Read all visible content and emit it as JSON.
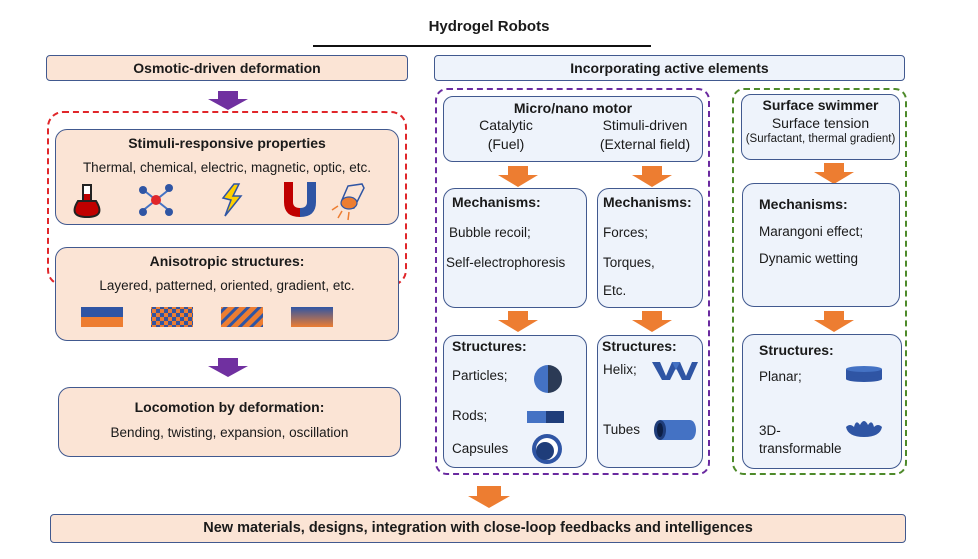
{
  "title": "Hydrogel Robots",
  "left": {
    "header": "Osmotic-driven deformation",
    "stimuli": {
      "title": "Stimuli-responsive properties",
      "text": "Thermal, chemical, electric, magnetic, optic, etc.",
      "icons": [
        "thermometer-flask",
        "molecule",
        "lightning",
        "magnet",
        "lamp"
      ]
    },
    "anisotropic": {
      "title": "Anisotropic structures:",
      "text": "Layered, patterned, oriented, gradient, etc.",
      "icons": [
        "layered",
        "patterned",
        "oriented",
        "gradient"
      ]
    },
    "locomotion": {
      "title": "Locomotion by deformation:",
      "text": "Bending, twisting, expansion, oscillation"
    }
  },
  "right": {
    "header": "Incorporating active elements",
    "motor": {
      "title": "Micro/nano motor",
      "col1": {
        "line1": "Catalytic",
        "line2": "(Fuel)"
      },
      "col2": {
        "line1": "Stimuli-driven",
        "line2": "(External field)"
      },
      "mech1": {
        "title": "Mechanisms:",
        "items": [
          "Bubble recoil;",
          "Self-electrophoresis"
        ]
      },
      "mech2": {
        "title": "Mechanisms:",
        "items": [
          "Forces;",
          "Torques,",
          "Etc."
        ]
      },
      "struct1": {
        "title": "Structures:",
        "items": [
          "Particles;",
          "Rods;",
          "Capsules"
        ]
      },
      "struct2": {
        "title": "Structures:",
        "items": [
          "Helix;",
          "Tubes"
        ]
      }
    },
    "swimmer": {
      "title": "Surface swimmer",
      "line1": "Surface tension",
      "line2": "(Surfactant, thermal gradient)",
      "mech": {
        "title": "Mechanisms:",
        "items": [
          "Marangoni effect;",
          "Dynamic wetting"
        ]
      },
      "struct": {
        "title": "Structures:",
        "items": [
          "Planar;",
          "3D-",
          "transformable"
        ]
      }
    }
  },
  "footer": "New materials, designs, integration with close-loop feedbacks and intelligences",
  "colors": {
    "peach": "#fbe4d5",
    "light_blue": "#eef3fb",
    "border_blue": "#41598f",
    "purple_arrow": "#7030a0",
    "orange_arrow": "#ed7d31",
    "red_dash": "#e0262a",
    "purple_dash": "#6a2aa0",
    "green_dash": "#4e8a2a"
  }
}
